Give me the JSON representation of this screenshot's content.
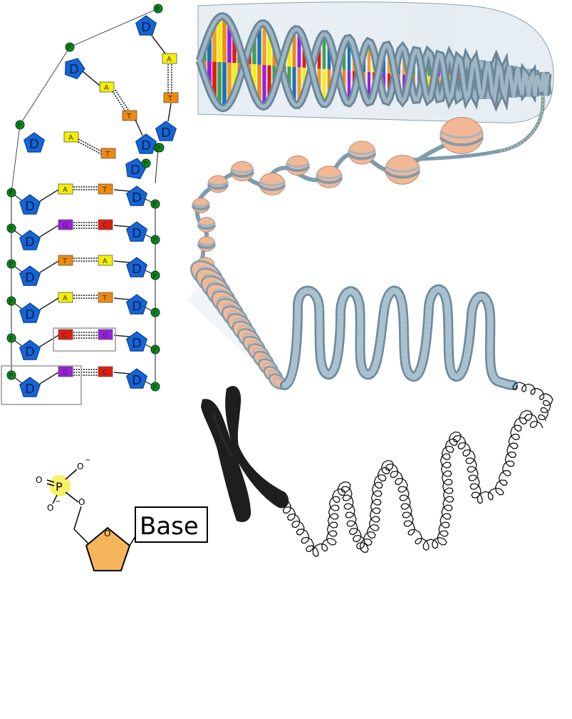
{
  "ladder": {
    "sugar_label": "D",
    "phosphate_label": "P",
    "flat_pairs": [
      {
        "left": "A",
        "right": "T"
      },
      {
        "left": "G",
        "right": "C"
      },
      {
        "left": "T",
        "right": "A"
      },
      {
        "left": "A",
        "right": "T"
      },
      {
        "left": "C",
        "right": "G"
      },
      {
        "left": "G",
        "right": "C"
      }
    ],
    "upper_pairs": [
      {
        "left": "A",
        "right": "T"
      },
      {
        "left": "A",
        "right": "T"
      },
      {
        "left": "A",
        "right": "T"
      }
    ]
  },
  "nucleotide": {
    "base_label": "Base",
    "phosphate_label": "P",
    "oxygen_label": "O",
    "ring_oxygen_label": "O",
    "charge_label": "−"
  },
  "colors": {
    "sugar": "#1565d8",
    "phosphate": "#0b8a24",
    "adenine": "#f5f000",
    "thymine": "#f08a0c",
    "guanine": "#9a1ee0",
    "cytosine": "#e01e10",
    "nucleosome": "#f2b896",
    "dna_fiber": "#8aa7b8",
    "chromosome": "#1a1a1a",
    "ribose": "#f5b55a"
  }
}
